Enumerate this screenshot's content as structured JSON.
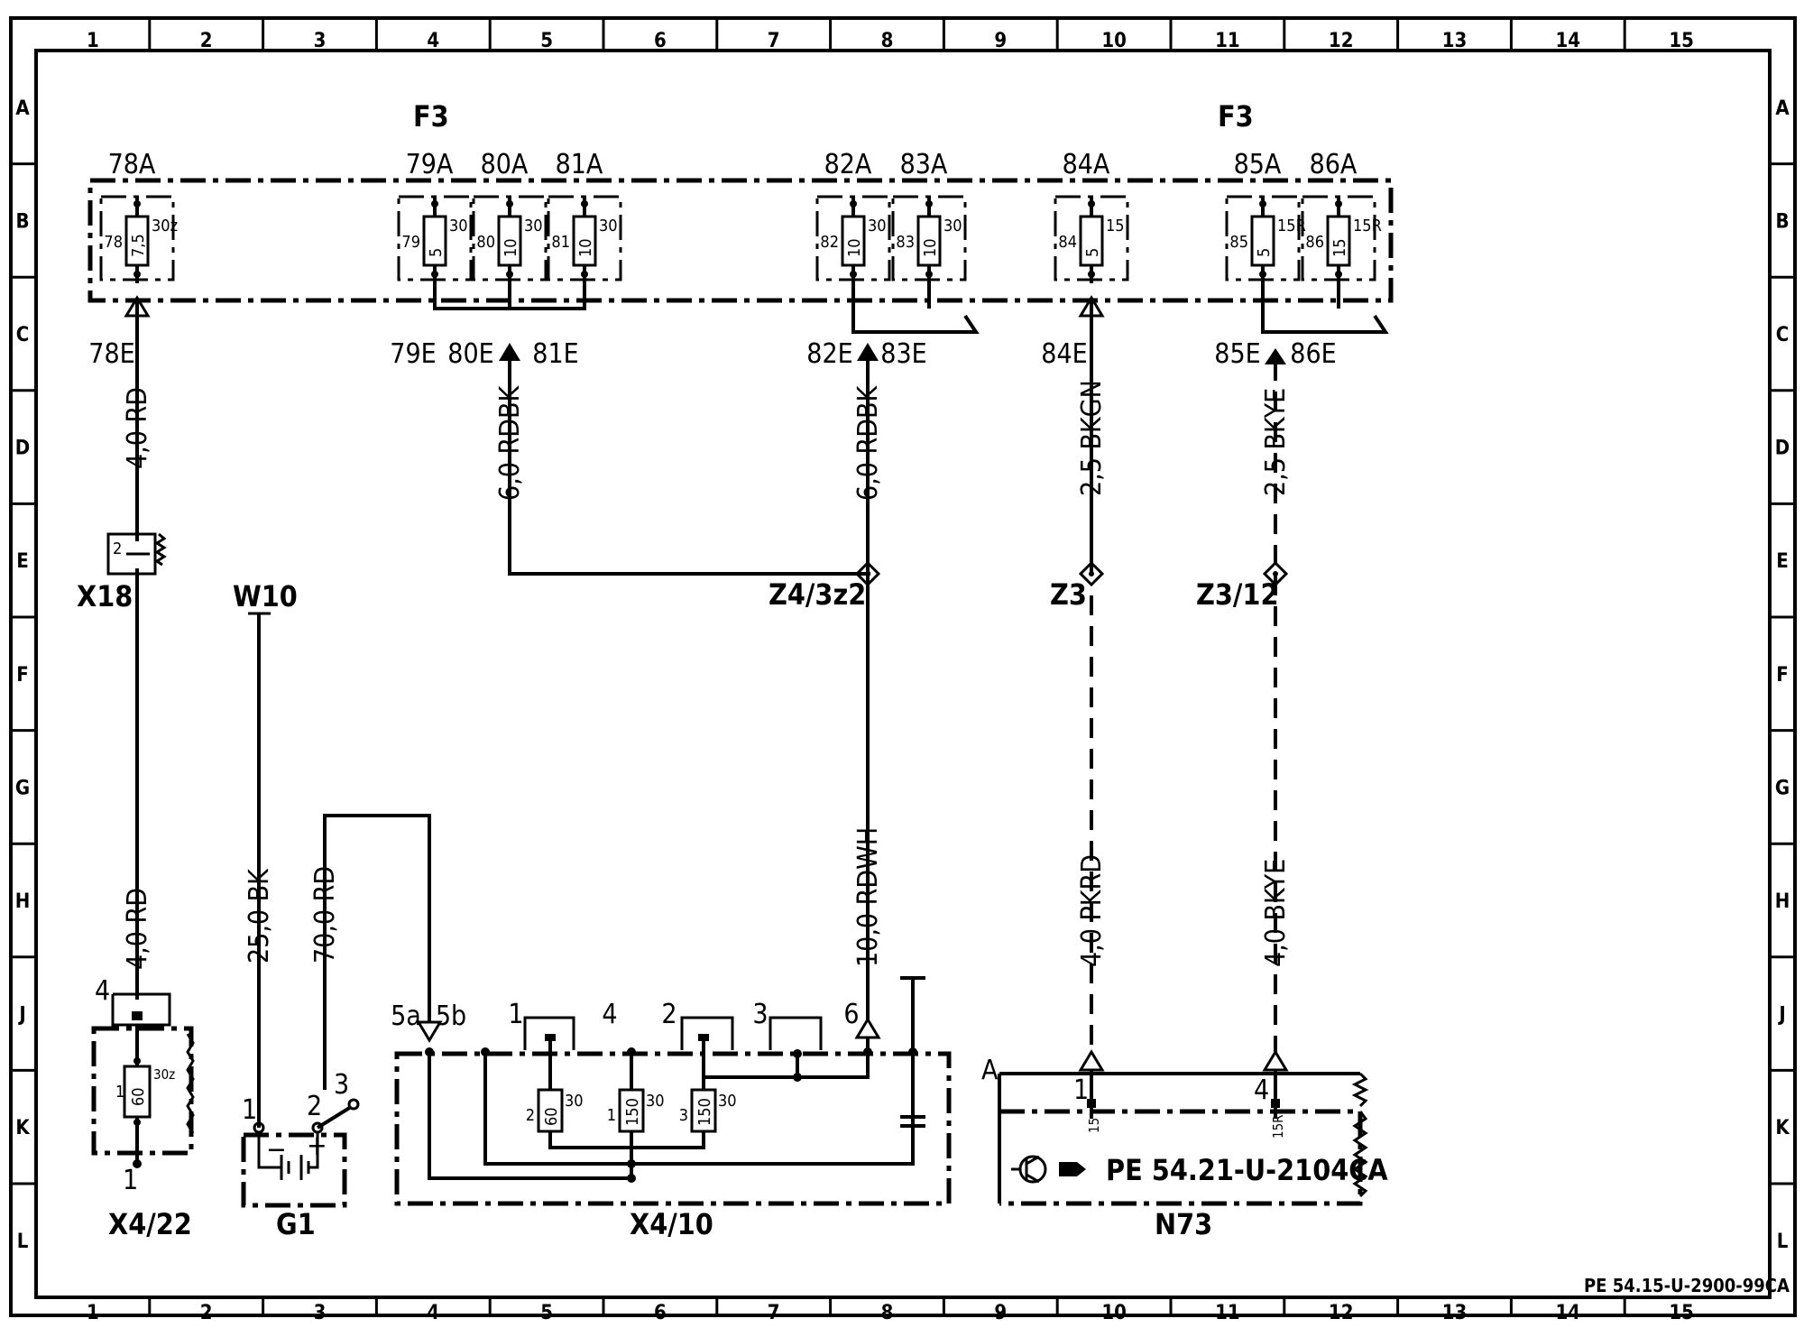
{
  "grid": {
    "columns": [
      "1",
      "2",
      "3",
      "4",
      "5",
      "6",
      "7",
      "8",
      "9",
      "10",
      "11",
      "12",
      "13",
      "14",
      "15"
    ],
    "rows": [
      "A",
      "B",
      "C",
      "D",
      "E",
      "F",
      "G",
      "H",
      "J",
      "K",
      "L"
    ]
  },
  "fuse_box": {
    "label_left": "F3",
    "label_right": "F3",
    "fuses": [
      {
        "top": "78A",
        "num": "78",
        "rating": "7,5",
        "term": "30z",
        "bottom": "78E"
      },
      {
        "top": "79A",
        "num": "79",
        "rating": "5",
        "term": "30",
        "bottom": "79E"
      },
      {
        "top": "80A",
        "num": "80",
        "rating": "10",
        "term": "30",
        "bottom": "80E"
      },
      {
        "top": "81A",
        "num": "81",
        "rating": "10",
        "term": "30",
        "bottom": "81E"
      },
      {
        "top": "82A",
        "num": "82",
        "rating": "10",
        "term": "30",
        "bottom": "82E"
      },
      {
        "top": "83A",
        "num": "83",
        "rating": "10",
        "term": "30",
        "bottom": "83E"
      },
      {
        "top": "84A",
        "num": "84",
        "rating": "5",
        "term": "15",
        "bottom": "84E"
      },
      {
        "top": "85A",
        "num": "85",
        "rating": "5",
        "term": "15R",
        "bottom": "85E"
      },
      {
        "top": "86A",
        "num": "86",
        "rating": "15",
        "term": "15R",
        "bottom": "86E"
      }
    ]
  },
  "wires": {
    "w_78_upper": "4,0 RD",
    "w_78_lower": "4,0 RD",
    "w_80": "6,0 RDBK",
    "w_82": "6,0 RDBK",
    "w_84": "2,5 BKGN",
    "w_86": "2,5 BKYE",
    "w_g1_neg": "25,0 BK",
    "w_g1_pos": "70,0 RD",
    "w_x410": "10,0 RDWH",
    "w_z3_lower": "4,0 PKRD",
    "w_z312_lower": "4,0 BKYE"
  },
  "components": {
    "x18": "X18",
    "x18_pin": "2",
    "w10": "W10",
    "z4": "Z4/3z2",
    "z3": "Z3",
    "z312": "Z3/12",
    "x422": "X4/22",
    "x422_pin_top": "4",
    "x422_pin_bottom": "1",
    "x422_fuse_num": "1",
    "x422_fuse_rating": "60",
    "x422_fuse_term": "30z",
    "g1": "G1",
    "g1_pin1": "1",
    "g1_pin2": "2",
    "g1_pin3": "3",
    "g1_minus": "−",
    "g1_plus": "+",
    "x410": "X4/10",
    "x410_pins": [
      "5a",
      "5b",
      "1",
      "4",
      "2",
      "3",
      "6"
    ],
    "x410_fuses": [
      {
        "num": "2",
        "rating": "60",
        "term": "30"
      },
      {
        "num": "1",
        "rating": "150",
        "term": "30"
      },
      {
        "num": "3",
        "rating": "150",
        "term": "30"
      }
    ],
    "n73": "N73",
    "n73_a": "A",
    "n73_pin1": "1",
    "n73_pin4": "4",
    "n73_term1": "15",
    "n73_term4": "15R",
    "n73_ref": "PE 54.21-U-2104CA"
  },
  "doc_ref": "PE 54.15-U-2900-99CA"
}
